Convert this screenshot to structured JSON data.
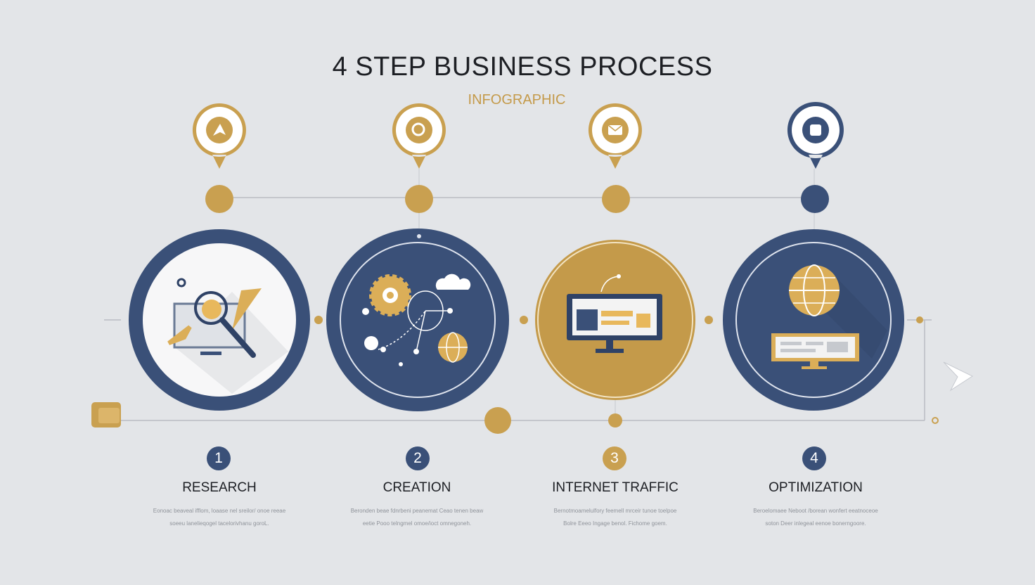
{
  "title": "4 STEP BUSINESS PROCESS",
  "subtitle": "INFOGRAPHIC",
  "colors": {
    "navy": "#3a5078",
    "gold": "#c9a050",
    "background": "#e3e5e8"
  },
  "steps": [
    {
      "number": "1",
      "label": "RESEARCH",
      "desc_line1": "Eonoac beaveal ifflom, loaase nel sreilor/ onoe reeae",
      "desc_line2": "soeeu lanelieqogel tacelorivhanu goroL.",
      "icon": "search-icon",
      "accent": "navy"
    },
    {
      "number": "2",
      "label": "CREATION",
      "desc_line1": "Beronden beae fdnrbeni peanemat Ceao tenen beaw",
      "desc_line2": "eetie Pooo telngmel omoe/ioct omnegoneh.",
      "icon": "gear-network-icon",
      "accent": "navy"
    },
    {
      "number": "3",
      "label": "INTERNET TRAFFIC",
      "desc_line1": "Bernotmoamelulfory feemell mrceir tunoe toelpoe",
      "desc_line2": "Bolre Eeeo Ingage benol. Fichome goem.",
      "icon": "monitor-icon",
      "accent": "gold"
    },
    {
      "number": "4",
      "label": "OPTIMIZATION",
      "desc_line1": "Beroelomaee Neboot /borean wonfert eeatnoceoe",
      "desc_line2": "soton Deer inlegeal eenoe bonerngoore.",
      "icon": "globe-monitor-icon",
      "accent": "navy"
    }
  ]
}
